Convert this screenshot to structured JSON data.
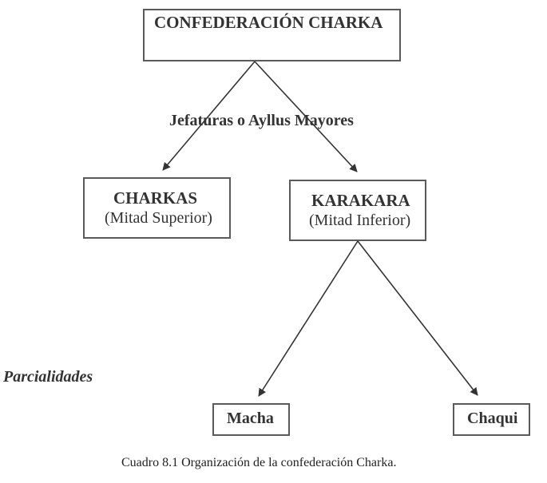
{
  "diagram": {
    "root": {
      "label": "CONFEDERACIÓN CHARKA"
    },
    "edge_label": "Jefaturas o Ayllus Mayores",
    "halves": [
      {
        "name": "CHARKAS",
        "subtitle": "(Mitad Superior)"
      },
      {
        "name": "KARAKARA",
        "subtitle": "(Mitad Inferior)"
      }
    ],
    "section_label": "Parcialidades",
    "parcialidades": [
      {
        "name": "Macha"
      },
      {
        "name": "Chaqui"
      }
    ],
    "edges": [
      {
        "from": "CONFEDERACIÓN CHARKA",
        "to": "CHARKAS"
      },
      {
        "from": "CONFEDERACIÓN CHARKA",
        "to": "KARAKARA"
      },
      {
        "from": "KARAKARA",
        "to": "Macha"
      },
      {
        "from": "KARAKARA",
        "to": "Chaqui"
      }
    ],
    "caption": "Cuadro 8.1 Organización de la confederación Charka."
  }
}
